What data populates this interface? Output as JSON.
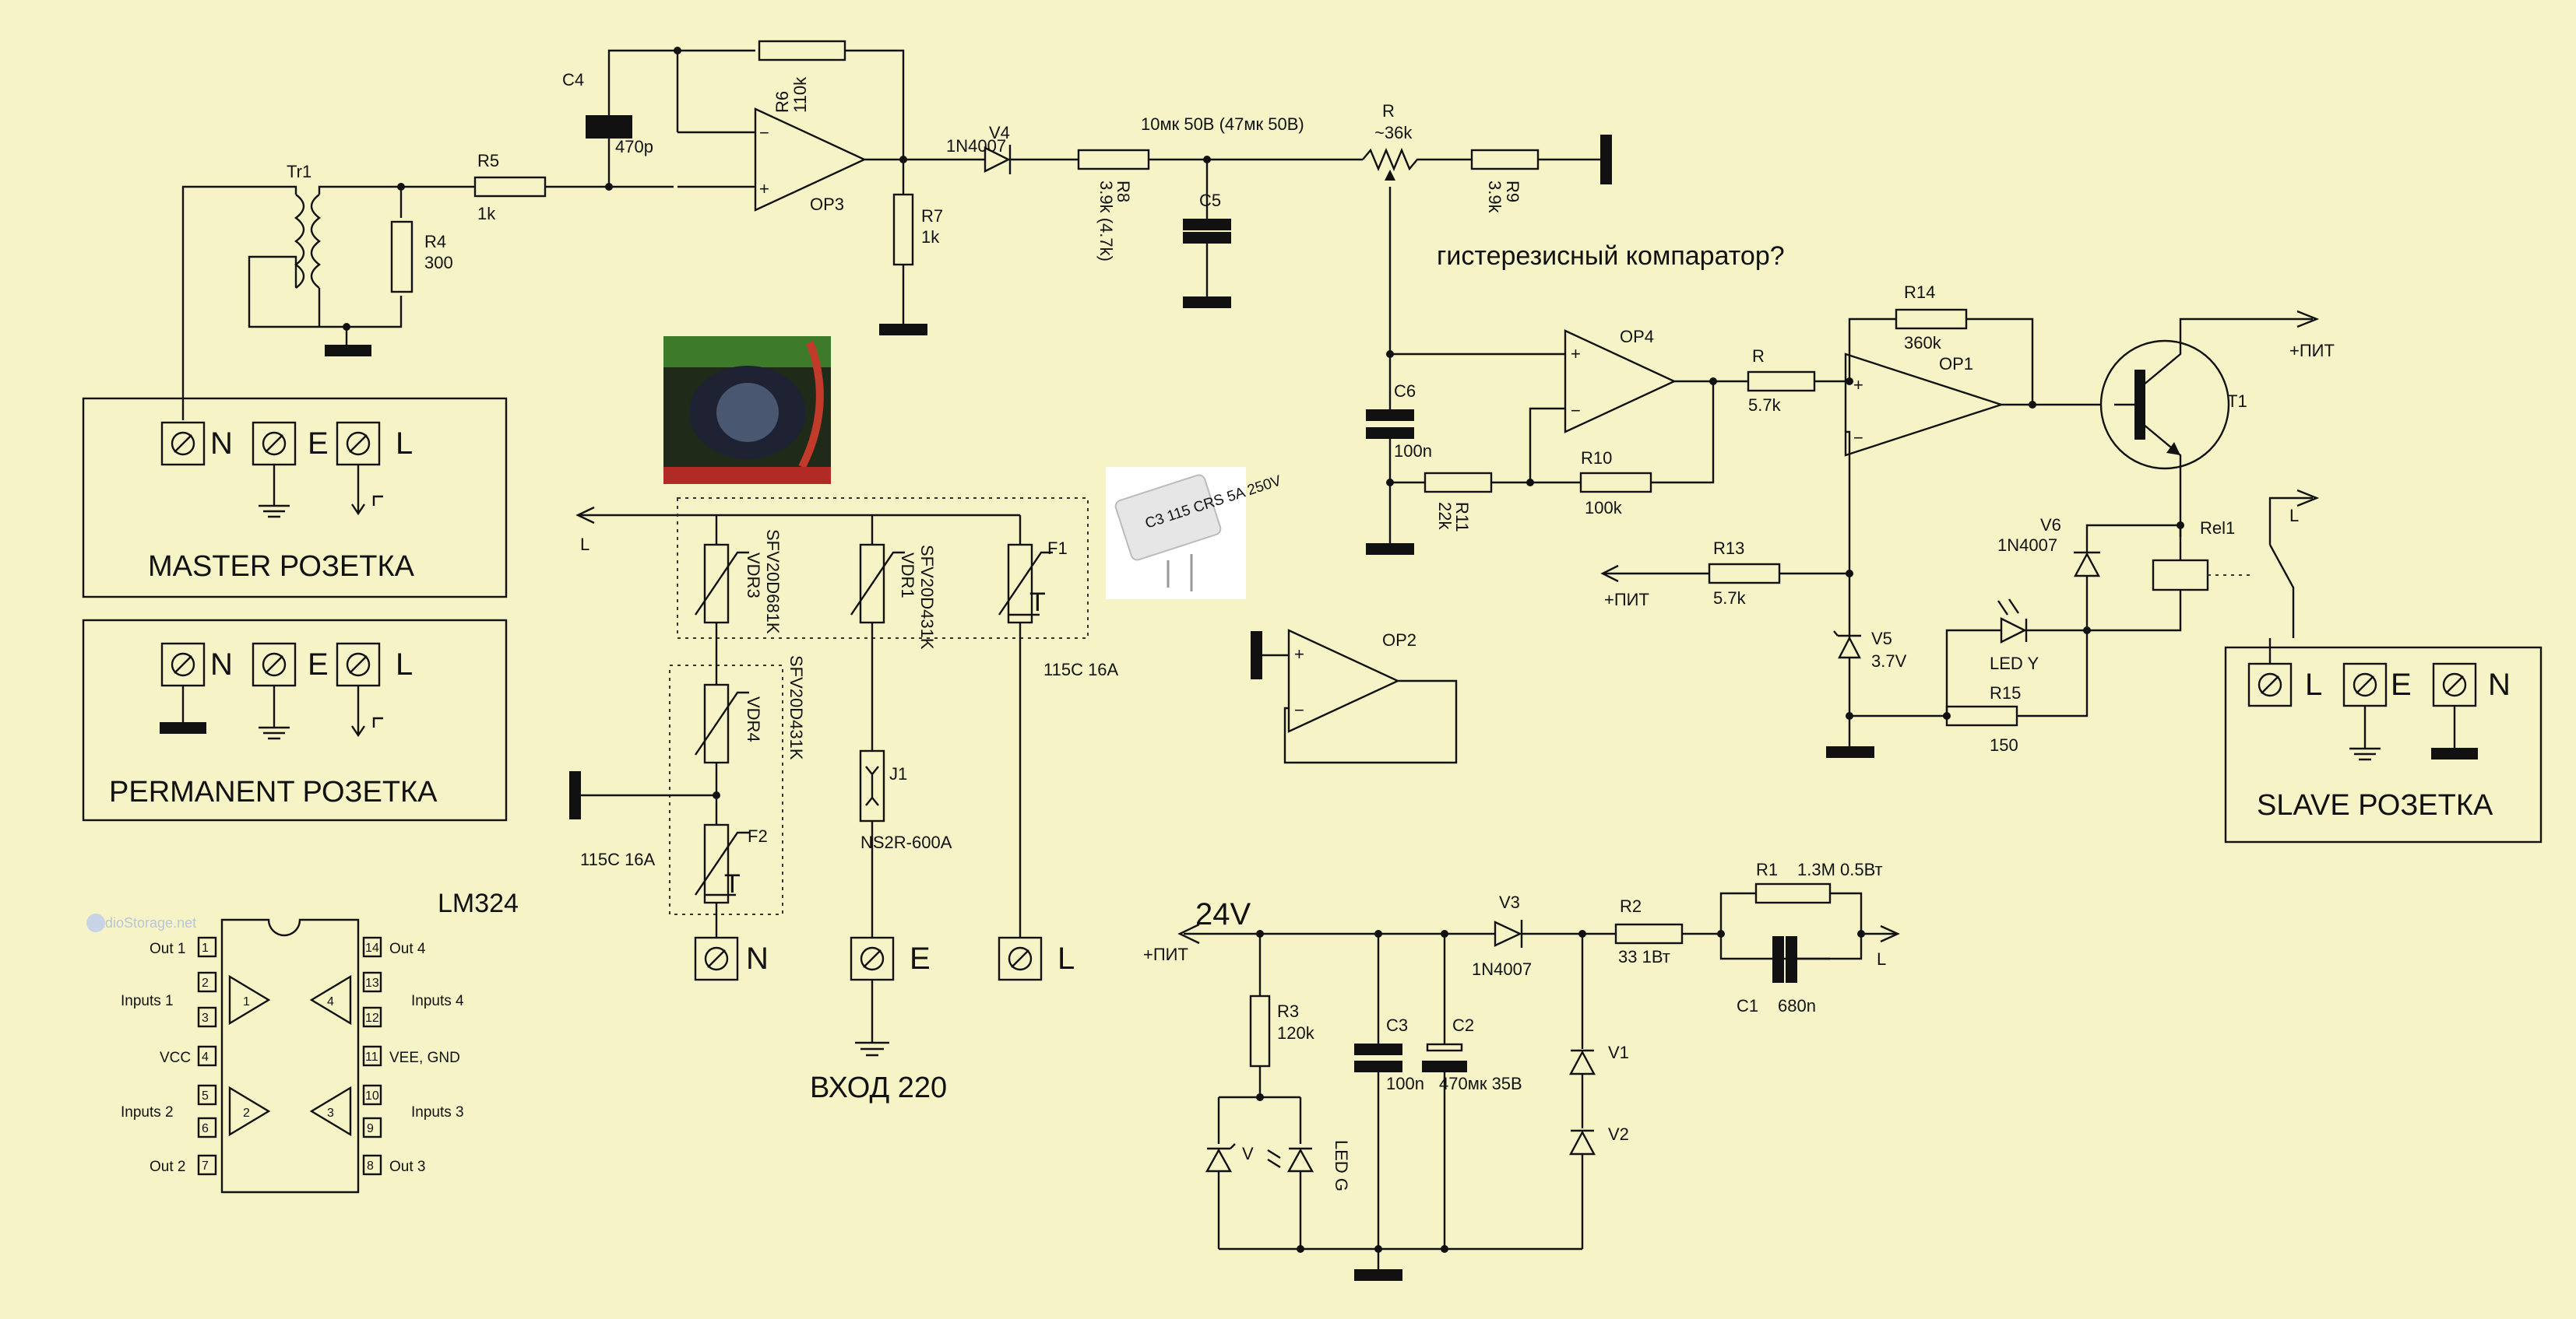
{
  "labels": {
    "tr1": "Tr1",
    "r5": "R5",
    "r5_val": "1k",
    "r4": "R4",
    "r4_val": "300",
    "c4": "C4",
    "c4_val": "470p",
    "r6": "R6",
    "r6_val": "110k",
    "op3": "OP3",
    "r7": "R7",
    "r7_val": "1k",
    "v4": "V4",
    "v4_val": "1N4007",
    "r8": "R8",
    "r8_val": "3.9k (4.7k)",
    "c5_val": "10мк 50В (47мк 50В)",
    "c5": "C5",
    "r": "R",
    "r_val": "~36k",
    "r9": "R9",
    "r9_val": "3.9k",
    "comparator": "гистерезисный компаратор?",
    "c6": "C6",
    "c6_val": "100n",
    "op4": "OP4",
    "r11": "R11",
    "r11_val": "22k",
    "r10": "R10",
    "r10_val": "100k",
    "r_mid": "R",
    "r_mid_val": "5.7k",
    "r14": "R14",
    "r14_val": "360k",
    "op1": "OP1",
    "t1": "T1",
    "pit_top": "+ПИТ",
    "r13": "R13",
    "r13_val": "5.7k",
    "pit_left": "+ПИТ",
    "v6": "V6",
    "v6_val": "1N4007",
    "rel1": "Rel1",
    "led_y": "LED Y",
    "v5": "V5",
    "v5_val": "3.7V",
    "r15": "R15",
    "r15_val": "150",
    "l_rel": "L",
    "op2": "OP2",
    "l_bus": "L",
    "vdr3": "VDR3",
    "vdr3_part": "SFV20D681K",
    "vdr1": "VDR1",
    "vdr1_part": "SFV20D431K",
    "f1": "F1",
    "f1_val": "115C 16A",
    "vdr4": "VDR4",
    "vdr4_part": "SFV20D431K",
    "f2": "F2",
    "f2_val": "115C 16A",
    "j1": "J1",
    "j1_part": "NS2R-600A",
    "in_n": "N",
    "in_e": "E",
    "in_l": "L",
    "vhod": "ВХОД 220",
    "master_n": "N",
    "master_e": "E",
    "master_l": "L",
    "master_title": "MASTER РОЗЕТКА",
    "perm_n": "N",
    "perm_e": "E",
    "perm_l": "L",
    "perm_title": "PERMANENT РОЗЕТКА",
    "slave_l": "L",
    "slave_e": "E",
    "slave_n": "N",
    "slave_title": "SLAVE РОЗЕТКА",
    "v24": "24V",
    "pit_bottom": "+ПИТ",
    "v3": "V3",
    "v3_val": "1N4007",
    "r2": "R2",
    "r2_val": "33 1Вт",
    "r1": "R1",
    "r1_val": "1.3M 0.5Вт",
    "c1": "C1",
    "c1_val": "680n",
    "l_bottom": "L",
    "r3": "R3",
    "r3_val": "120k",
    "c3": "C3",
    "c3_val": "100n",
    "c2": "C2",
    "c2_val": "470мк 35В",
    "v_zener": "V",
    "led_g": "LED G",
    "v1": "V1",
    "v2": "V2",
    "watermark": "RadioStorage.net",
    "capacitor_marking": "C3 115 CRS 5A 250V"
  },
  "lm324": {
    "title": "LM324",
    "left": [
      "Out 1",
      "Inputs 1",
      "VCC",
      "Inputs 2",
      "Out 2"
    ],
    "right": [
      "Out 4",
      "Inputs 4",
      "VEE, GND",
      "Inputs 3",
      "Out 3"
    ],
    "pins": [
      "1",
      "2",
      "3",
      "4",
      "5",
      "6",
      "7",
      "8",
      "9",
      "10",
      "11",
      "12",
      "13",
      "14"
    ],
    "opamps": [
      "1",
      "2",
      "3",
      "4"
    ]
  },
  "colors": {
    "background": "#f6f4c6",
    "ink": "#111111"
  }
}
